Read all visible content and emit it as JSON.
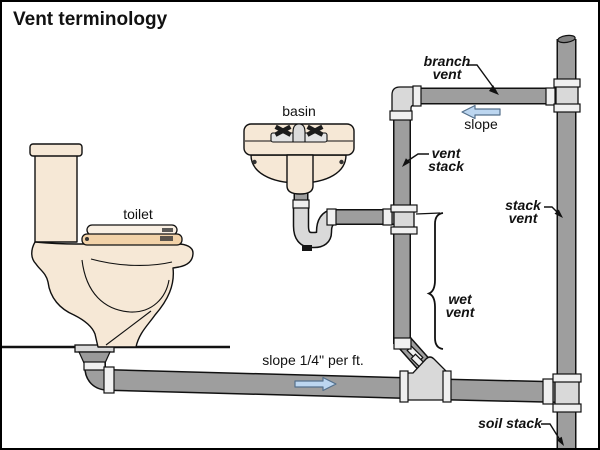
{
  "title": "Vent terminology",
  "labels": {
    "branch_vent": {
      "line1": "branch",
      "line2": "vent"
    },
    "slope_top": "slope",
    "vent_stack": {
      "line1": "vent",
      "line2": "stack"
    },
    "stack_vent": {
      "line1": "stack",
      "line2": "vent"
    },
    "wet_vent": {
      "line1": "wet",
      "line2": "vent"
    },
    "basin": "basin",
    "toilet": "toilet",
    "slope_drain": "slope 1/4\" per ft.",
    "soil_stack": "soil stack"
  },
  "icons": {
    "slope_arrow_top": "arrow-left",
    "slope_arrow_drain": "arrow-right"
  },
  "colors": {
    "pipe": "#9e9e9e",
    "fitting": "#d9d9d9",
    "hub": "#f0f0f0",
    "fixture": "#f6e8d6",
    "seat": "#f2d2a8",
    "arrow_fill": "#bcd6f0",
    "arrow_stroke": "#54708c",
    "outline": "#111111",
    "background": "#ffffff"
  }
}
